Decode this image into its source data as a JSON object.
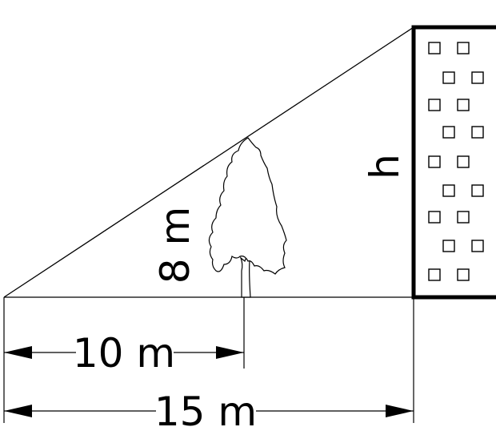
{
  "labels": {
    "tree_height": "8 m",
    "building_height": "h",
    "tree_distance": "10 m",
    "building_distance": "15 m"
  },
  "colors": {
    "stroke": "#000000",
    "background": "#ffffff"
  },
  "icons": [
    "tree-icon",
    "building-icon"
  ]
}
